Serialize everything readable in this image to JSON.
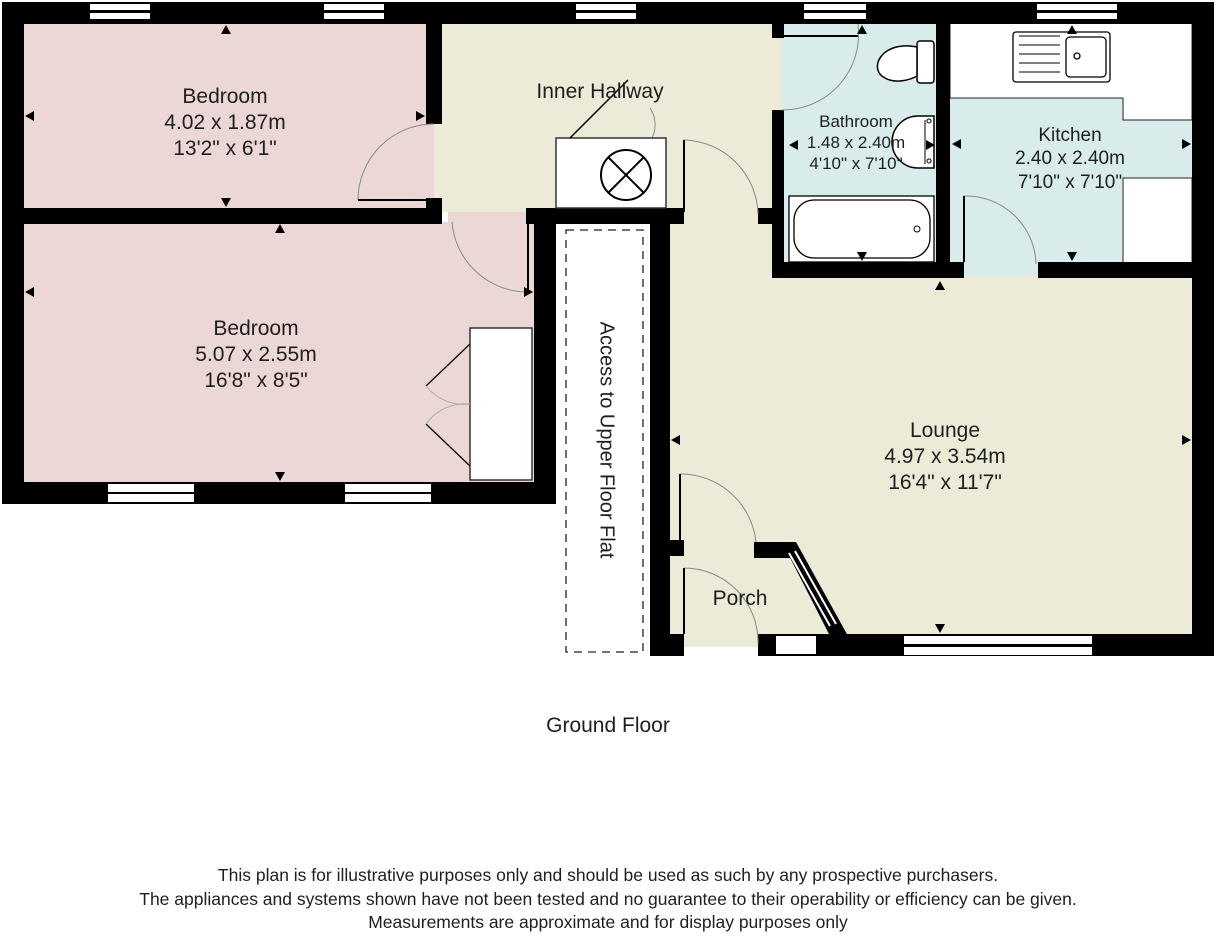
{
  "floor_title": "Ground Floor",
  "colors": {
    "wall": "#000000",
    "bedroom": "#ecd7d7",
    "hallway_lounge": "#ecebd8",
    "wet_rooms": "#d8ecec",
    "fixtures": "#ffffff"
  },
  "rooms": {
    "bedroom1": {
      "name": "Bedroom",
      "metric": "4.02 x 1.87m",
      "imperial": "13'2\" x 6'1\""
    },
    "bedroom2": {
      "name": "Bedroom",
      "metric": "5.07 x 2.55m",
      "imperial": "16'8\" x 8'5\""
    },
    "inner_hallway": {
      "name": "Inner Hallway"
    },
    "bathroom": {
      "name": "Bathroom",
      "metric": "1.48 x 2.40m",
      "imperial": "4'10\" x 7'10\""
    },
    "kitchen": {
      "name": "Kitchen",
      "metric": "2.40 x 2.40m",
      "imperial": "7'10\" x 7'10\""
    },
    "lounge": {
      "name": "Lounge",
      "metric": "4.97 x 3.54m",
      "imperial": "16'4\" x 11'7\""
    },
    "porch": {
      "name": "Porch"
    },
    "stair_access": {
      "name": "Access to Upper Floor Flat"
    }
  },
  "fixtures": [
    "boiler-icon",
    "toilet-icon",
    "basin-icon",
    "bath-icon",
    "sink-icon",
    "wardrobe"
  ],
  "disclaimer": {
    "line1": "This plan is for illustrative purposes only and should be used as such by any prospective purchasers.",
    "line2": "The appliances and systems shown have not been tested and no guarantee to their operability or efficiency can be given.",
    "line3": "Measurements are approximate and for display purposes only"
  }
}
